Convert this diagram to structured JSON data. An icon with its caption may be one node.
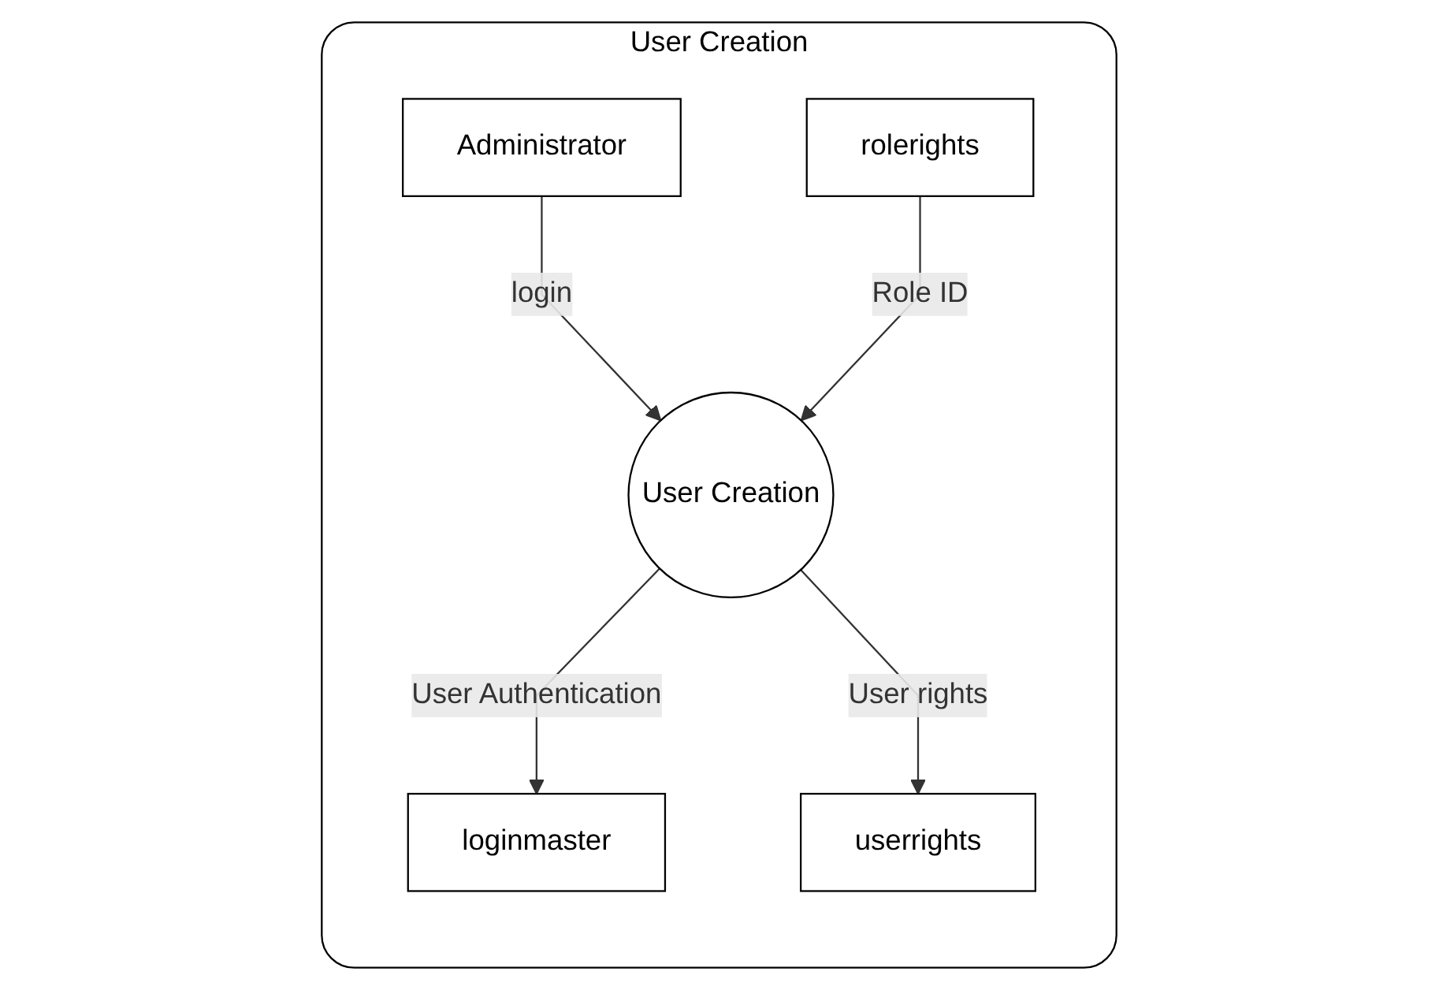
{
  "diagram": {
    "nodes": [
      {
        "text": [
          "User Creation"
        ]
      },
      {
        "text": [
          "Administrator"
        ],
        "in": 0
      },
      {
        "text": [
          "rolerights"
        ],
        "in": 0
      },
      {
        "text": [
          "User Creation"
        ],
        "in": 0
      },
      {
        "text": [
          "loginmaster"
        ],
        "in": 0
      },
      {
        "text": [
          "userrights"
        ],
        "in": 0
      }
    ],
    "edges": [
      {
        "from": 1,
        "to": 3,
        "arrow": "to",
        "label": "login"
      },
      {
        "from": 2,
        "to": 3,
        "arrow": "to",
        "label": "Role ID"
      },
      {
        "from": 3,
        "to": 4,
        "arrow": "to",
        "label": "User Authentication"
      },
      {
        "from": 3,
        "to": 5,
        "arrow": "to",
        "label": "User rights"
      }
    ]
  }
}
